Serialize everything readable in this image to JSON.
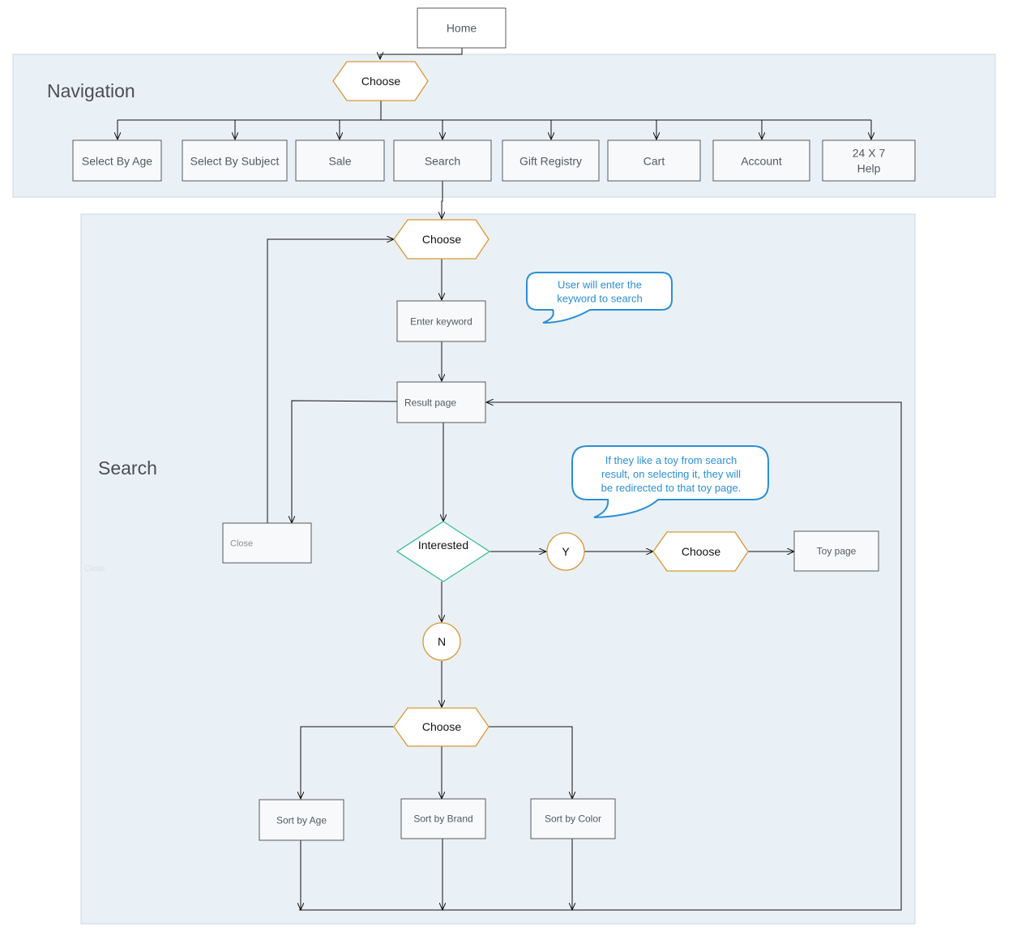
{
  "lanes": {
    "navigation": "Navigation",
    "search": "Search"
  },
  "nodes": {
    "home": "Home",
    "nav_choose": "Choose",
    "nav_items": [
      "Select By Age",
      "Select By Subject",
      "Sale",
      "Search",
      "Gift Registry",
      "Cart",
      "Account",
      [
        "24 X 7",
        "Help"
      ]
    ],
    "search_choose": "Choose",
    "enter_keyword": "Enter keyword",
    "result_page": "Result page",
    "close": "Close",
    "close_ghost": "Close",
    "interested": "Interested",
    "yes": "Y",
    "no": "N",
    "yes_choose": "Choose",
    "toy_page": "Toy page",
    "sort_choose": "Choose",
    "sort_items": [
      "Sort by Age",
      "Sort by Brand",
      "Sort by Color"
    ]
  },
  "notes": {
    "keyword": [
      "User will enter the",
      "keyword to search"
    ],
    "toy": [
      "If they like a toy from search",
      "result, on selecting it, they will",
      "be redirected to that toy page."
    ]
  },
  "colors": {
    "lane_fill": "#e9f1f6",
    "decision_stroke": "#d99634",
    "diamond_stroke": "#3dbd8c",
    "note_stroke": "#2b8fd6",
    "edge": "#111111"
  }
}
